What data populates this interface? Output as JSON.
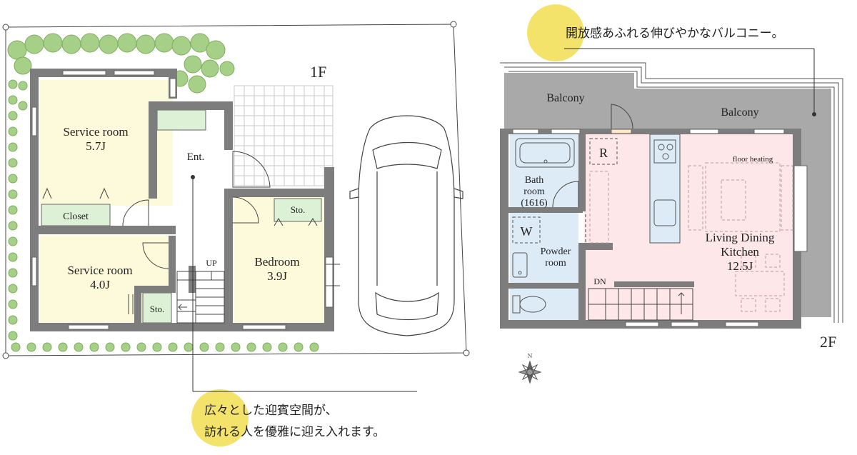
{
  "floor1": {
    "floor_label": "1F",
    "service_room_a": {
      "name": "Service room",
      "size": "5.7J"
    },
    "closet": "Closet",
    "service_room_b": {
      "name": "Service room",
      "size": "4.0J"
    },
    "storage_small": "Sto.",
    "entrance": "Ent.",
    "stair_up": "UP",
    "bedroom": {
      "name": "Bedroom",
      "size": "3.9J"
    },
    "storage_bedroom": "Sto.",
    "callout": {
      "line1": "広々とした迎賓空間が、",
      "line2": "訪れる人を優雅に迎え入れます。"
    }
  },
  "floor2": {
    "floor_label": "2F",
    "balcony_left": "Balcony",
    "balcony_right": "Balcony",
    "fridge_mark": "R",
    "washer_mark": "W",
    "bathroom": {
      "line1": "Bath",
      "line2": "room",
      "line3": "(1616)"
    },
    "powder_room": {
      "line1": "Powder",
      "line2": "room"
    },
    "stair_down": "DN",
    "floor_heating": "floor heating",
    "ldk": {
      "line1": "Living Dining",
      "line2": "Kitchen",
      "size": "12.5J"
    },
    "callout": {
      "text": "開放感あふれる伸びやかなバルコニー。"
    }
  },
  "colors": {
    "wall": "#7d7d7d",
    "room_yellow": "#fdfadc",
    "closet_green": "#dcf1d6",
    "ldk_pink": "#fde7e8",
    "wet_blue": "#dcebf6",
    "balcony_gray": "#a9a9a9",
    "tree_green": "#a6cf87",
    "callout_circle": "#f3e36a"
  },
  "icons": [
    "tree-icon",
    "car-icon",
    "compass-icon",
    "door-swing-icon",
    "bathtub-icon",
    "toilet-icon",
    "sink-icon",
    "stove-icon"
  ]
}
